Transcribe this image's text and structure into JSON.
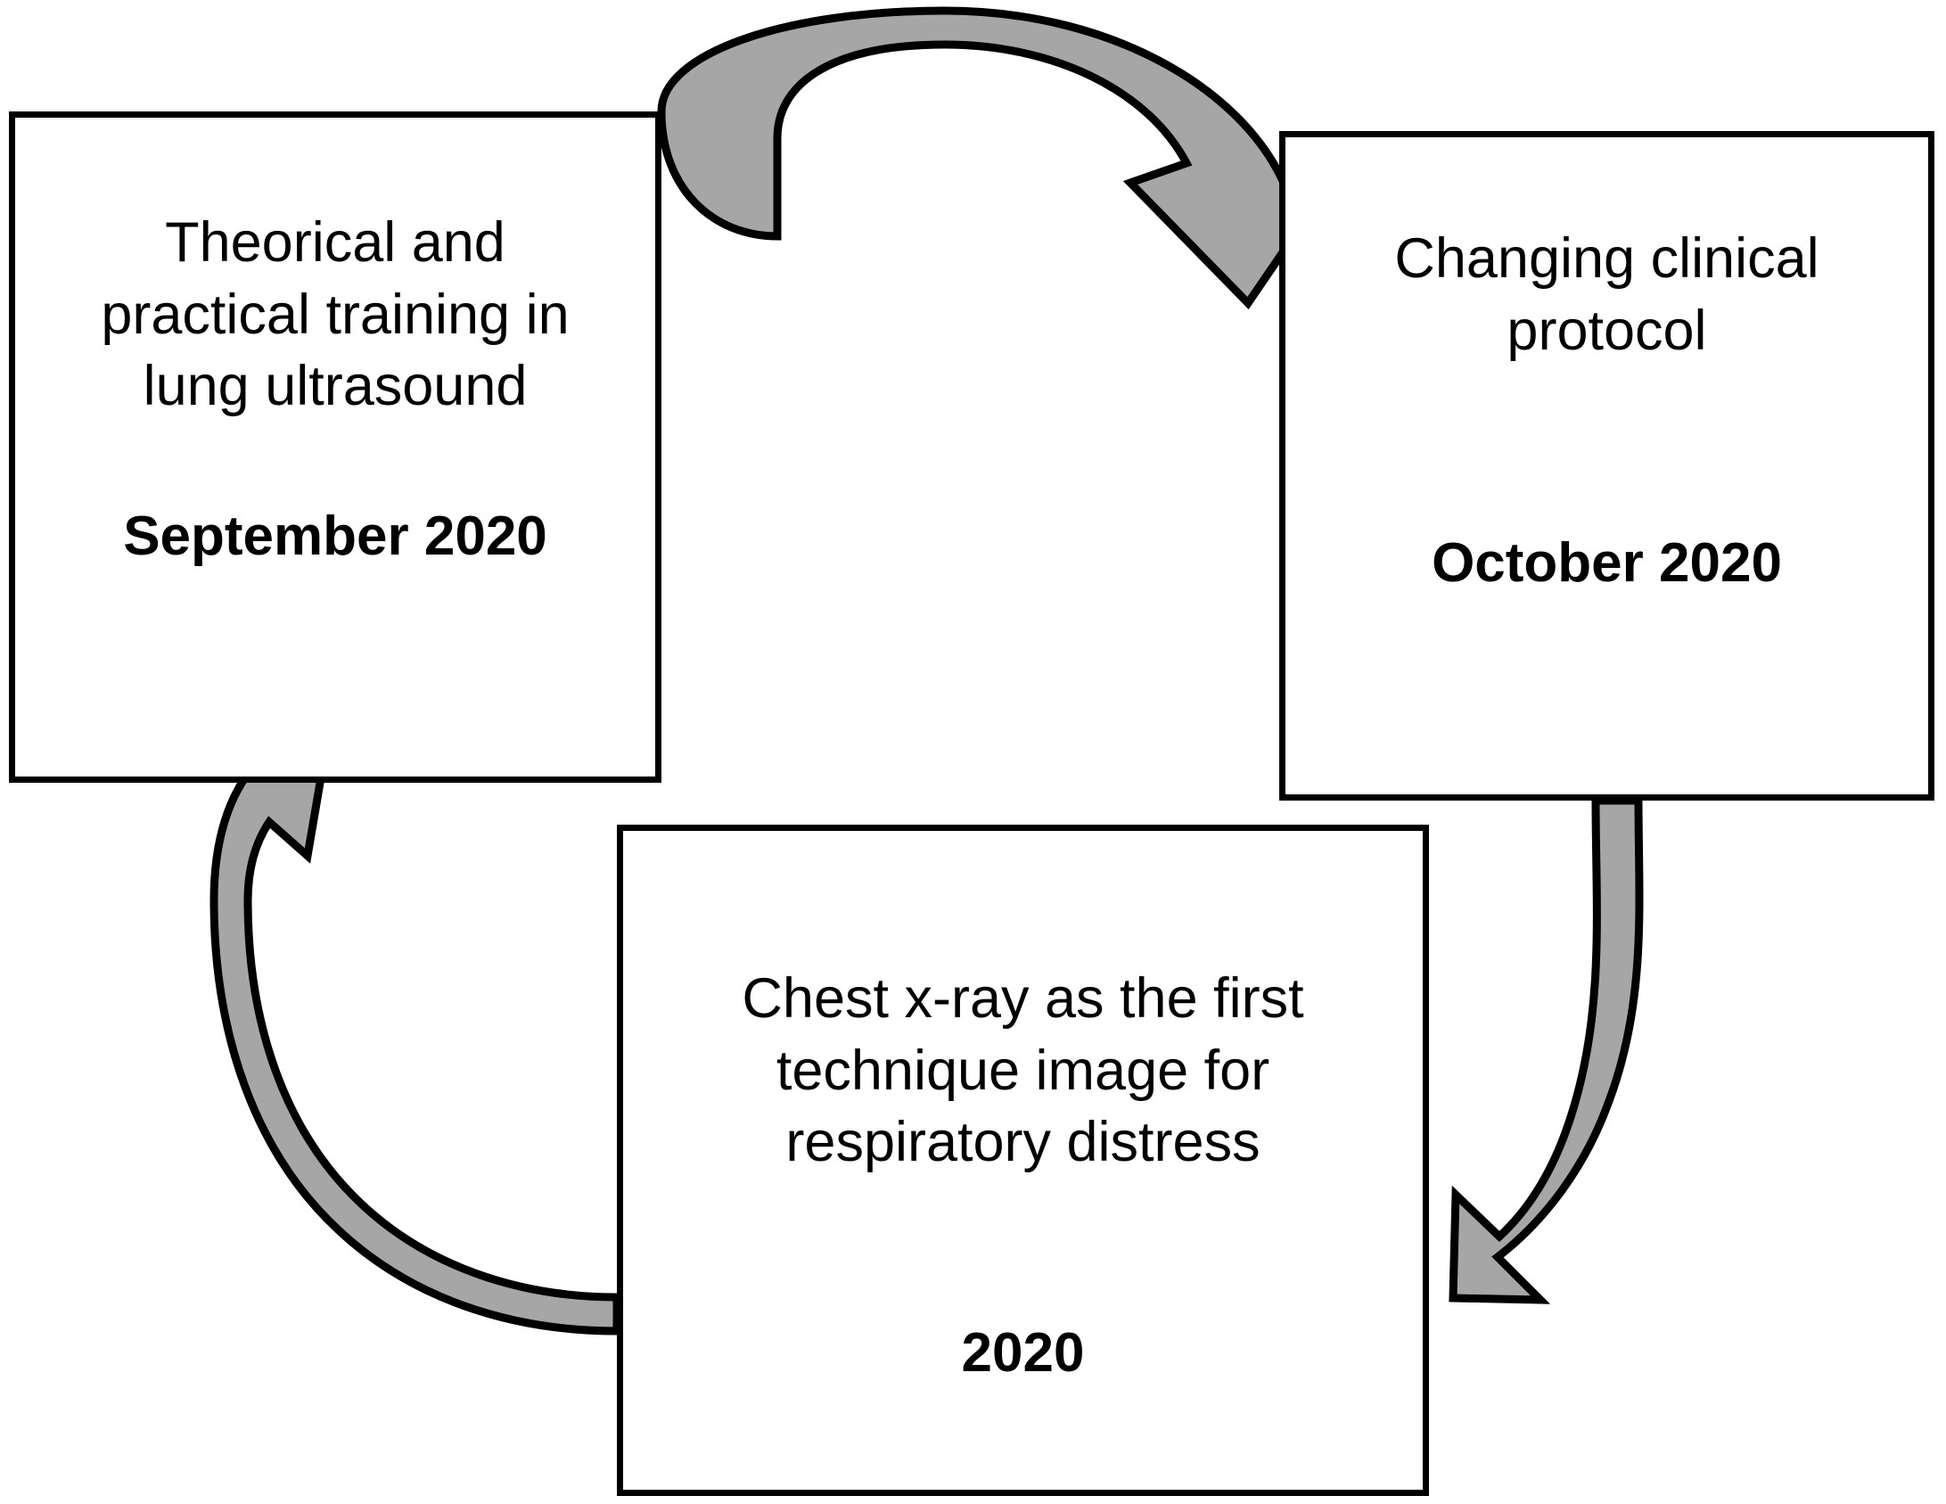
{
  "diagram": {
    "type": "cycle-diagram",
    "direction": "clockwise",
    "colors": {
      "arrow_fill": "#A6A6A6",
      "arrow_outline": "#000000",
      "box_border": "#000000",
      "box_fill": "#FFFFFF",
      "text": "#000000"
    },
    "nodes": [
      {
        "id": "training",
        "title": "Theorical and\npractical training in\nlung ultrasound",
        "date": "September 2020",
        "position": "left"
      },
      {
        "id": "protocol",
        "title": "Changing clinical\nprotocol",
        "date": "October 2020",
        "position": "right"
      },
      {
        "id": "xray",
        "title": "Chest x-ray as the first\ntechnique image for\nrespiratory distress",
        "date": "2020",
        "position": "bottom"
      }
    ],
    "arrows": [
      {
        "id": "training-to-protocol",
        "from": "training",
        "to": "protocol",
        "shape": "curved-arc-top"
      },
      {
        "id": "protocol-to-xray",
        "from": "protocol",
        "to": "xray",
        "shape": "curved-arc-right"
      },
      {
        "id": "xray-to-training",
        "from": "xray",
        "to": "training",
        "shape": "curved-arc-left"
      }
    ]
  }
}
